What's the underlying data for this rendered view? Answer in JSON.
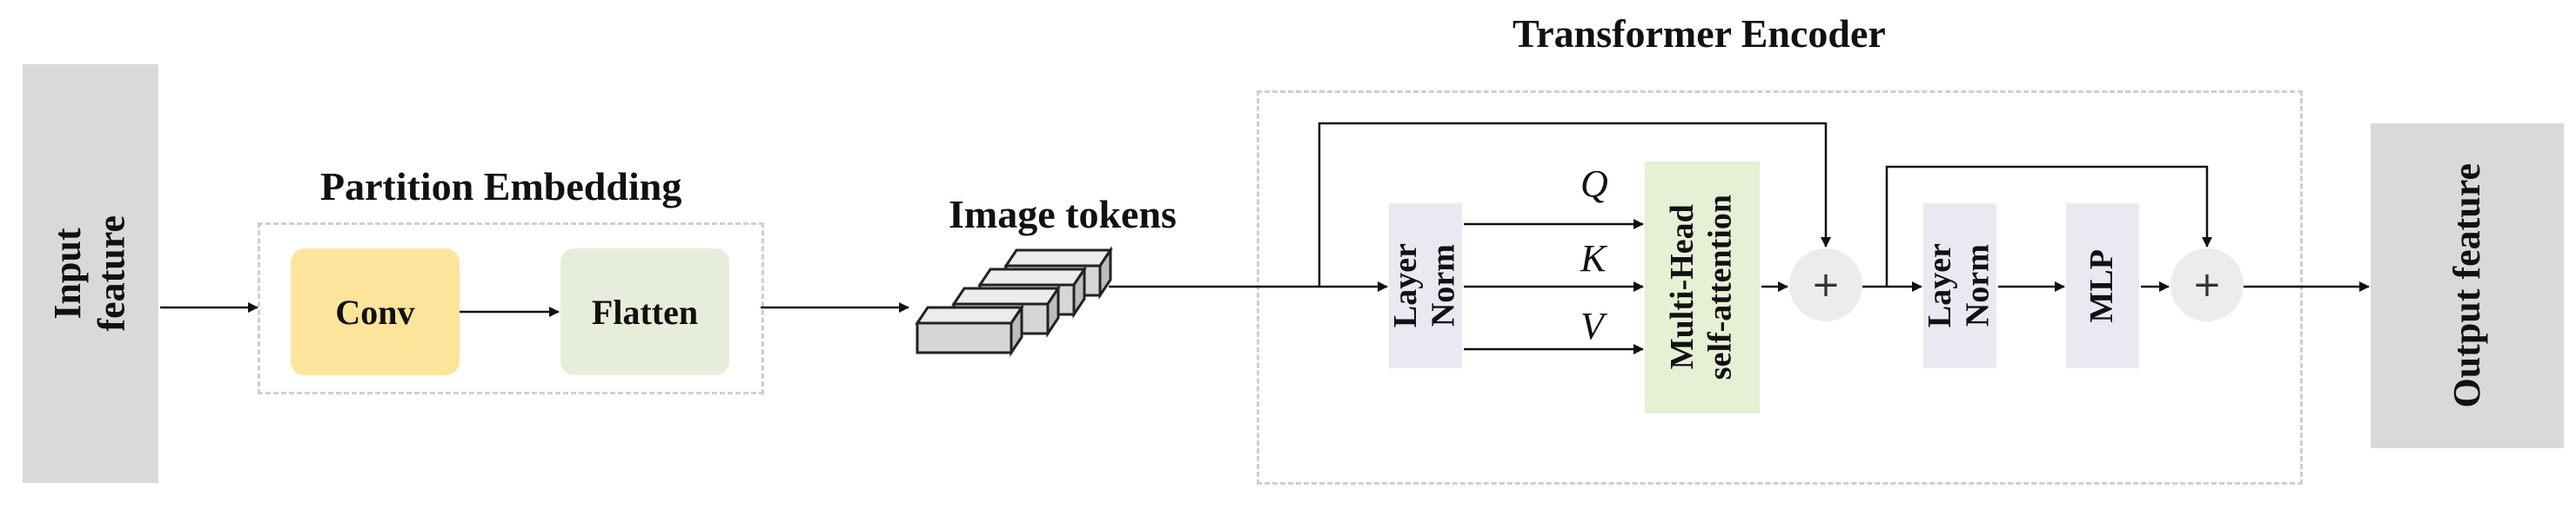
{
  "colors": {
    "io_box": "#d9d9d9",
    "conv": "#fde49b",
    "flatten": "#e6eedb",
    "norm": "#ebe8f1",
    "attention": "#e6f0d5",
    "sum": "#ececec",
    "dashed": "#cfcfcf",
    "line": "#111111"
  },
  "input": {
    "label_1": "Input",
    "label_2": "feature"
  },
  "partition_embedding": {
    "title": "Partition Embedding",
    "conv": "Conv",
    "flatten": "Flatten"
  },
  "image_tokens": {
    "title": "Image tokens"
  },
  "transformer_encoder": {
    "title": "Transformer Encoder",
    "norm1": {
      "line_1": "Layer",
      "line_2": "Norm"
    },
    "q": "Q",
    "k": "K",
    "v": "V",
    "attention": {
      "line_1": "Multi-Head",
      "line_2": "self-attention"
    },
    "add_1": "+",
    "norm2": {
      "line_1": "Layer",
      "line_2": "Norm"
    },
    "mlp": "MLP",
    "add_2": "+"
  },
  "output": {
    "label": "Output feature"
  }
}
